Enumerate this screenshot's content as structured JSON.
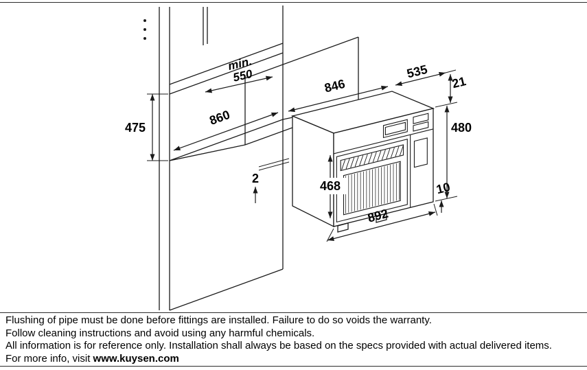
{
  "diagram": {
    "dimensions": {
      "niche_height": "475",
      "niche_width": "860",
      "niche_depth_min_label": "min.",
      "niche_depth_min_value": "550",
      "oven_body_width": "846",
      "oven_depth": "535",
      "top_overlap": "21",
      "oven_front_height": "480",
      "bottom_overlap": "10",
      "rear_gap": "2",
      "oven_body_height": "468",
      "oven_front_width": "892"
    }
  },
  "notes": {
    "line1": "Flushing of pipe must be done before fittings are installed. Failure to do so voids the warranty.",
    "line2": "Follow cleaning instructions and avoid using any harmful chemicals.",
    "line3": "All information is for reference only. Installation shall always be based on the specs provided with actual delivered items.",
    "line4_prefix": "For more info, visit ",
    "line4_bold": "www.kuysen.com"
  }
}
